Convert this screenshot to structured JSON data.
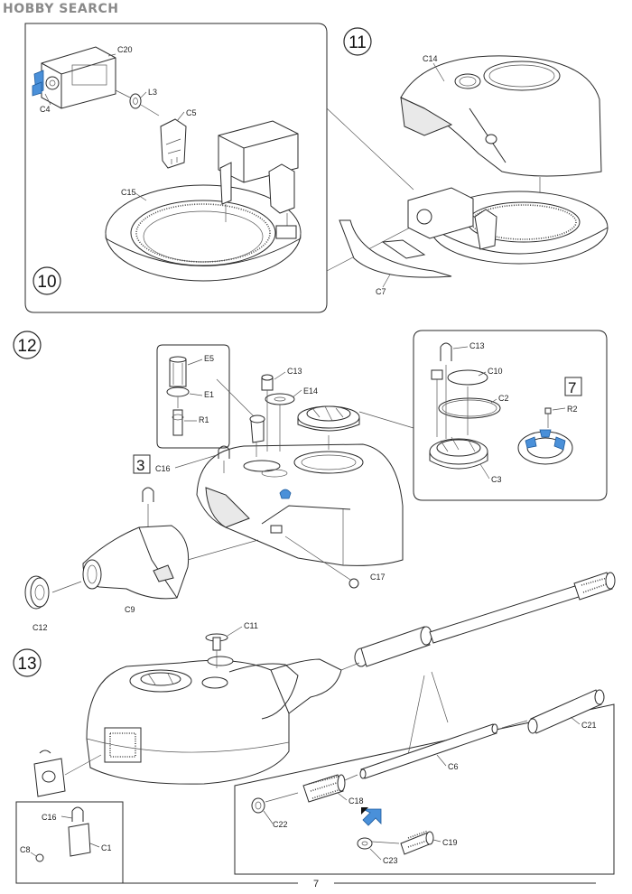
{
  "watermark": {
    "text": "HOBBY SEARCH"
  },
  "page_number": "7",
  "colors": {
    "highlight": "#4a90d9",
    "line": "#2a2a2a",
    "watermark": "#8a8a8a"
  },
  "steps": [
    {
      "number": "10",
      "parts": [
        "C20",
        "L3",
        "C5",
        "C4",
        "C15"
      ]
    },
    {
      "number": "11",
      "parts": [
        "C14",
        "C7"
      ]
    },
    {
      "number": "12",
      "parts": [
        "E5",
        "E1",
        "R1",
        "C13",
        "E14",
        "C16",
        "C9",
        "C12",
        "C17",
        "C10",
        "C2",
        "C3",
        "R2"
      ]
    },
    {
      "number": "13",
      "parts": [
        "C11",
        "C21",
        "C6",
        "C18",
        "C22",
        "C19",
        "C23",
        "C16",
        "C8",
        "C1"
      ]
    }
  ],
  "refs": [
    {
      "number": "3"
    },
    {
      "number": "7"
    }
  ]
}
